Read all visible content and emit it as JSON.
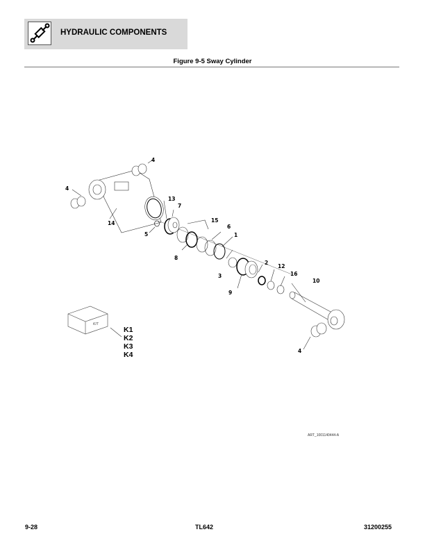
{
  "header": {
    "section_title": "HYDRAULIC COMPONENTS",
    "icon": "hydraulic-cylinder-icon"
  },
  "figure": {
    "title": "Figure 9-5 Sway Cylinder",
    "art_id": "ART_1001140444-A",
    "callouts": {
      "c4a": "4",
      "c4b": "4",
      "c4c": "4",
      "c14": "14",
      "c13": "13",
      "c7": "7",
      "c5": "5",
      "c15": "15",
      "c6": "6",
      "c1": "1",
      "c8": "8",
      "c3": "3",
      "c9": "9",
      "c2": "2",
      "c12": "12",
      "c16": "16",
      "c10": "10"
    },
    "kit": {
      "box_label": "KIT",
      "items": [
        "K1",
        "K2",
        "K3",
        "K4"
      ]
    }
  },
  "footer": {
    "page_number": "9-28",
    "model": "TL642",
    "doc_number": "31200255"
  }
}
